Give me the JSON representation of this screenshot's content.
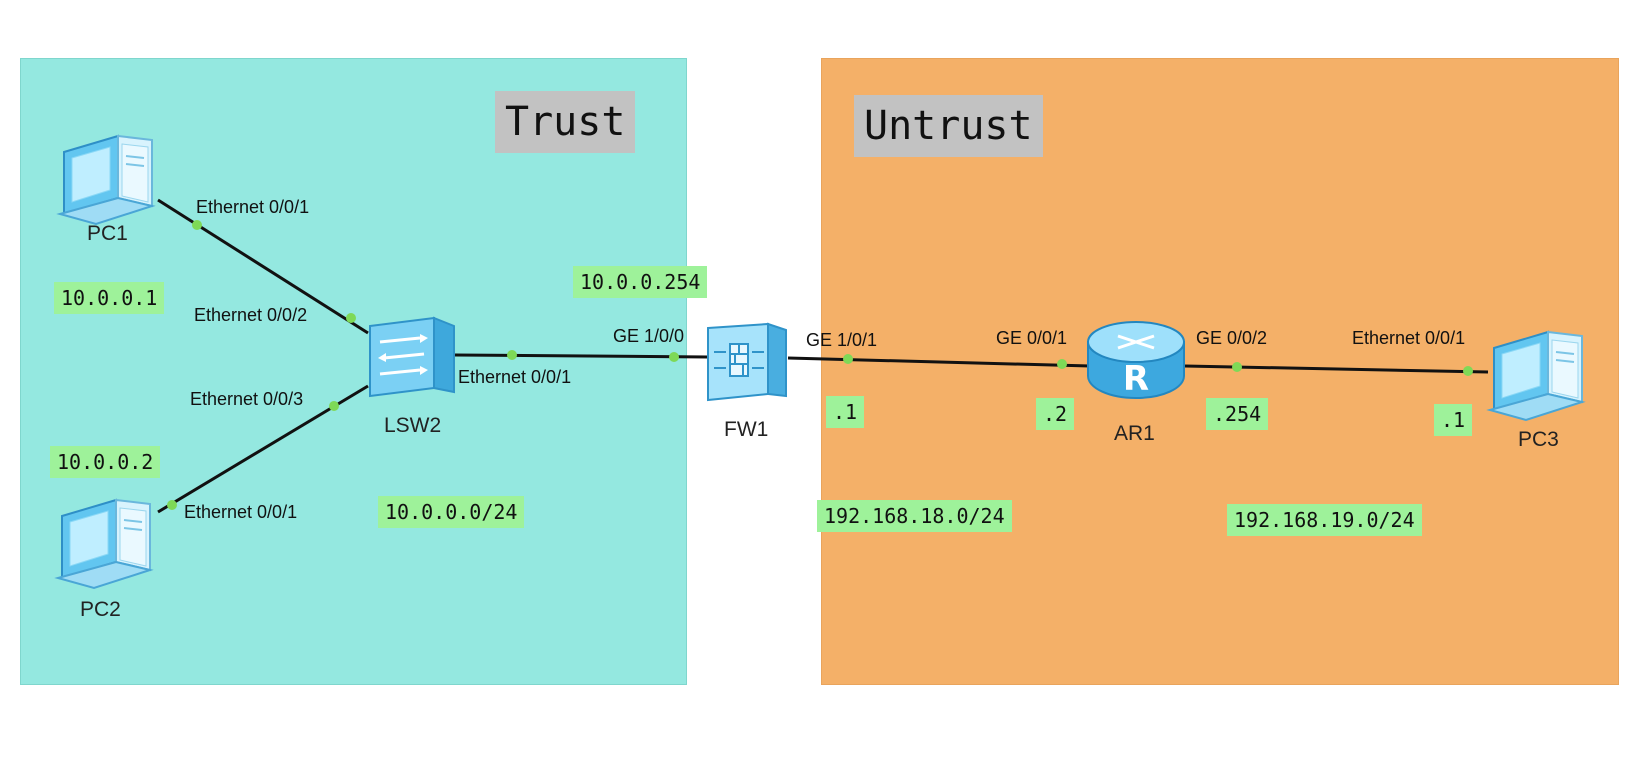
{
  "colors": {
    "trust_zone": "#94e8e0",
    "untrust_zone": "#f4b068",
    "zone_label_bg": "#c2c2c2",
    "address_bg": "#9ef29a",
    "port_dot": "#7ed957",
    "link": "#111111",
    "device_blue": "#6ac8f2"
  },
  "zones": {
    "trust": {
      "title": "Trust"
    },
    "untrust": {
      "title": "Untrust"
    }
  },
  "devices": {
    "pc1": {
      "label": "PC1",
      "icon": "pc-icon"
    },
    "pc2": {
      "label": "PC2",
      "icon": "pc-icon"
    },
    "lsw2": {
      "label": "LSW2",
      "icon": "switch-icon"
    },
    "fw1": {
      "label": "FW1",
      "icon": "firewall-icon"
    },
    "ar1": {
      "label": "AR1",
      "icon": "router-icon"
    },
    "pc3": {
      "label": "PC3",
      "icon": "pc-icon"
    }
  },
  "ports": {
    "pc1_eth": "Ethernet 0/0/1",
    "lsw2_e002": "Ethernet 0/0/2",
    "lsw2_e003": "Ethernet 0/0/3",
    "pc2_eth": "Ethernet 0/0/1",
    "lsw2_e001": "Ethernet 0/0/1",
    "fw1_ge100": "GE 1/0/0",
    "fw1_ge101": "GE 1/0/1",
    "ar1_ge001": "GE 0/0/1",
    "ar1_ge002": "GE 0/0/2",
    "pc3_eth": "Ethernet 0/0/1"
  },
  "addresses": {
    "pc1_ip": "10.0.0.1",
    "pc2_ip": "10.0.0.2",
    "fw1_trust_ip": "10.0.0.254",
    "trust_subnet": "10.0.0.0/24",
    "fw1_untrust_ip": ".1",
    "ar1_ge001_ip": ".2",
    "ar1_ge002_ip": ".254",
    "pc3_ip": ".1",
    "subnet_18": "192.168.18.0/24",
    "subnet_19": "192.168.19.0/24"
  }
}
